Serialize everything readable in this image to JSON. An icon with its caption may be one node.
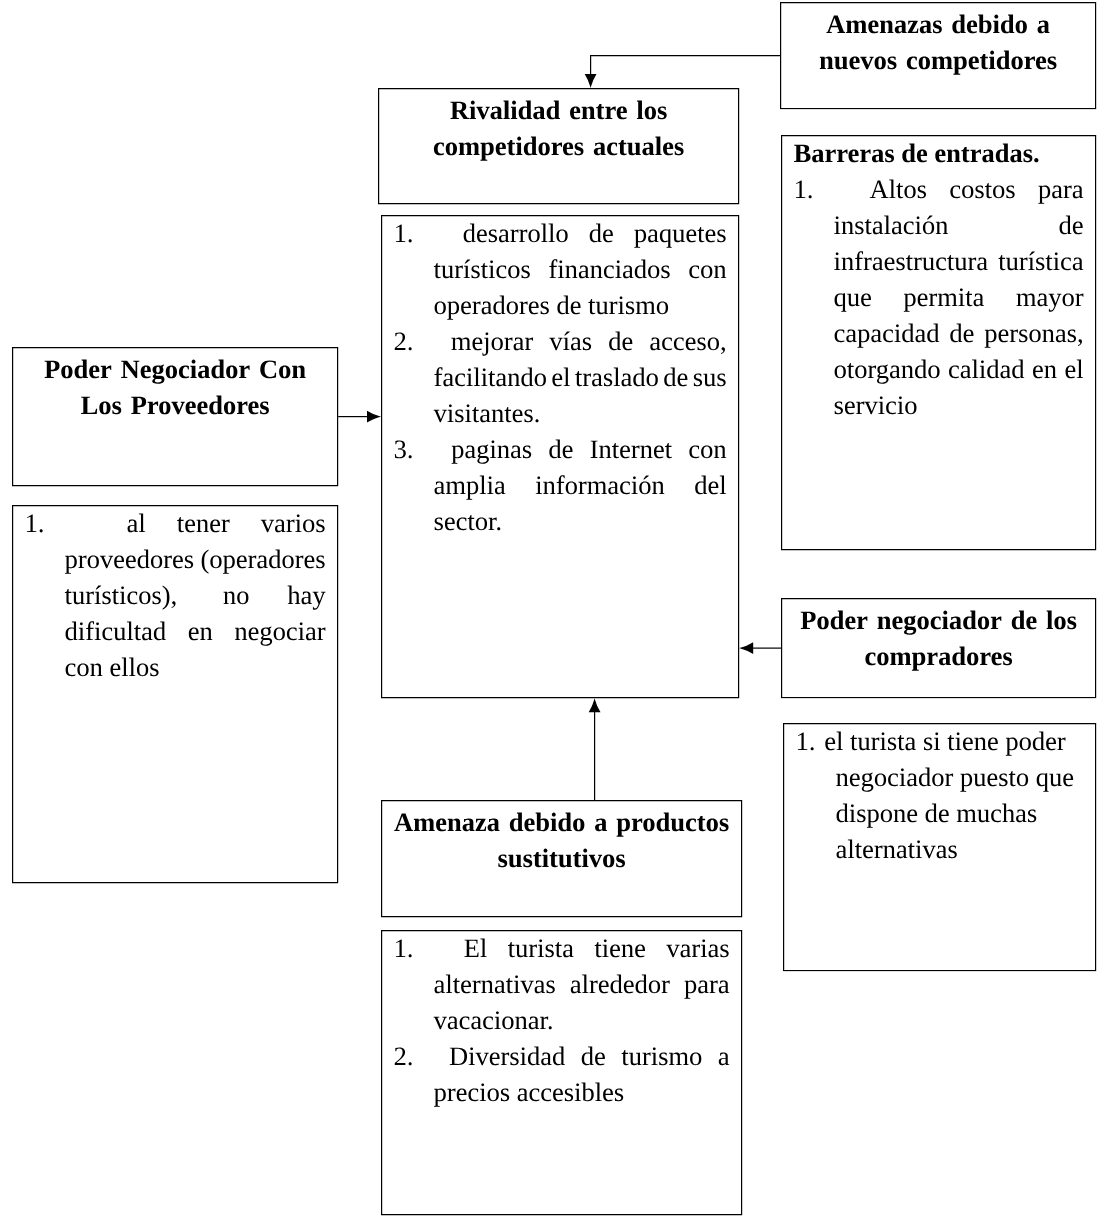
{
  "diagram": {
    "nodes": [
      {
        "text": [
          "Amenazas debido a nuevos competidores"
        ]
      },
      {
        "text": [
          "Rivalidad entre los competidores actuales"
        ]
      },
      {
        "text": [
          "1. desarrollo de paquetes turísticos financiados con operadores de turismo",
          "2. mejorar vías de acceso, facilitando el traslado de sus visitantes.",
          "3. paginas de Internet con amplia información del sector."
        ]
      },
      {
        "text": [
          "Barreras de entradas.",
          "1. Altos costos para instalación de infraestructura turística que permita mayor capacidad de personas, otorgando calidad en el servicio"
        ]
      },
      {
        "text": [
          "Poder Negociador Con Los Proveedores"
        ]
      },
      {
        "text": [
          "1. al tener varios proveedores (operadores turísticos), no hay dificultad en negociar con ellos"
        ]
      },
      {
        "text": [
          "Poder negociador de los compradores"
        ]
      },
      {
        "text": [
          "1. el turista si tiene poder negociador puesto que dispone de muchas alternativas"
        ]
      },
      {
        "text": [
          "Amenaza debido a productos sustitutivos"
        ]
      },
      {
        "text": [
          "1. El turista tiene varias alternativas alrededor para vacacionar.",
          "2. Diversidad de turismo a precios accesibles"
        ]
      }
    ],
    "edges": [
      {
        "from": 0,
        "to": 1,
        "arrow": "to"
      },
      {
        "from": 4,
        "to": 2,
        "arrow": "to"
      },
      {
        "from": 6,
        "to": 2,
        "arrow": "to"
      },
      {
        "from": 8,
        "to": 2,
        "arrow": "to"
      }
    ]
  }
}
